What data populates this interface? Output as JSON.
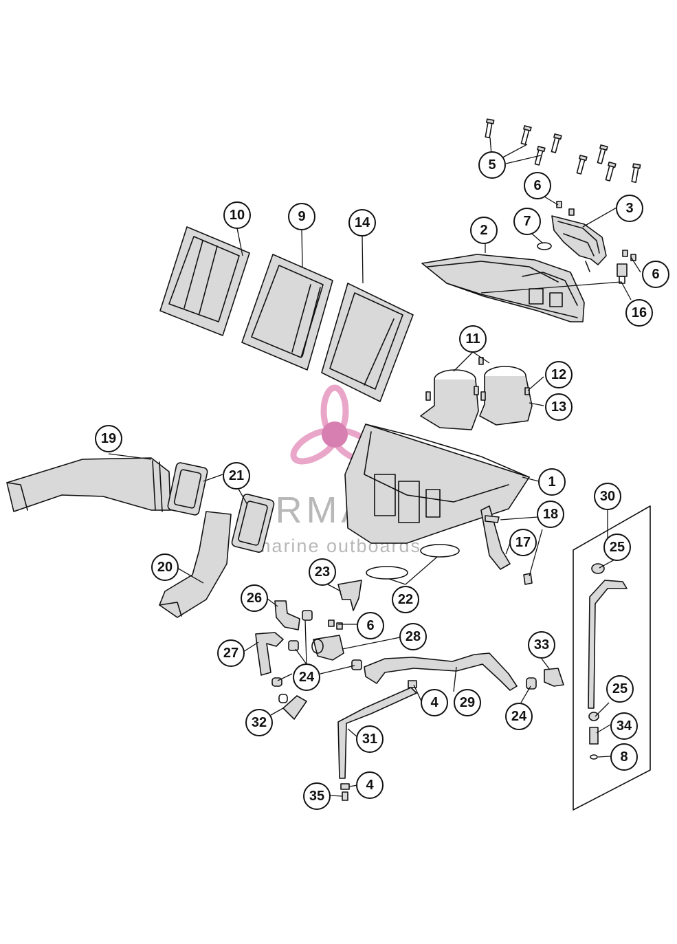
{
  "watermark": {
    "brand": "ARMADA",
    "tagline": "marine outboards",
    "colors": {
      "pink": "#e9a6c9",
      "pink_dark": "#d67fb0",
      "text": "#b8b8b8"
    }
  },
  "callouts": [
    {
      "id": "c5",
      "label": "5"
    },
    {
      "id": "c6a",
      "label": "6"
    },
    {
      "id": "c3",
      "label": "3"
    },
    {
      "id": "c7",
      "label": "7"
    },
    {
      "id": "c2",
      "label": "2"
    },
    {
      "id": "c6b",
      "label": "6"
    },
    {
      "id": "c16",
      "label": "16"
    },
    {
      "id": "c10",
      "label": "10"
    },
    {
      "id": "c9",
      "label": "9"
    },
    {
      "id": "c14",
      "label": "14"
    },
    {
      "id": "c11",
      "label": "11"
    },
    {
      "id": "c12",
      "label": "12"
    },
    {
      "id": "c13",
      "label": "13"
    },
    {
      "id": "c19",
      "label": "19"
    },
    {
      "id": "c21",
      "label": "21"
    },
    {
      "id": "c1",
      "label": "1"
    },
    {
      "id": "c18",
      "label": "18"
    },
    {
      "id": "c30",
      "label": "30"
    },
    {
      "id": "c17",
      "label": "17"
    },
    {
      "id": "c20",
      "label": "20"
    },
    {
      "id": "c23",
      "label": "23"
    },
    {
      "id": "c22",
      "label": "22"
    },
    {
      "id": "c25a",
      "label": "25"
    },
    {
      "id": "c26",
      "label": "26"
    },
    {
      "id": "c6c",
      "label": "6"
    },
    {
      "id": "c28",
      "label": "28"
    },
    {
      "id": "c27",
      "label": "27"
    },
    {
      "id": "c24a",
      "label": "24"
    },
    {
      "id": "c33",
      "label": "33"
    },
    {
      "id": "c4a",
      "label": "4"
    },
    {
      "id": "c29",
      "label": "29"
    },
    {
      "id": "c24b",
      "label": "24"
    },
    {
      "id": "c25b",
      "label": "25"
    },
    {
      "id": "c32",
      "label": "32"
    },
    {
      "id": "c31",
      "label": "31"
    },
    {
      "id": "c34",
      "label": "34"
    },
    {
      "id": "c8",
      "label": "8"
    },
    {
      "id": "c4b",
      "label": "4"
    },
    {
      "id": "c35",
      "label": "35"
    }
  ]
}
